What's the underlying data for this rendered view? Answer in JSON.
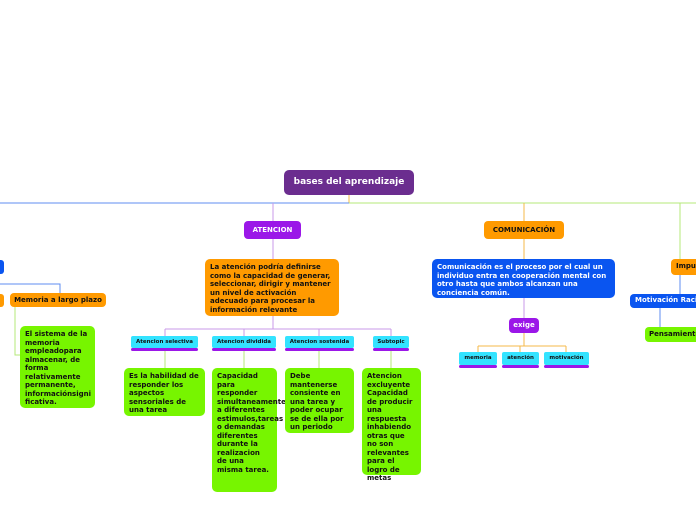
{
  "colors": {
    "root": "#6b2d8f",
    "purple": "#9b17e8",
    "orange": "#ff9a00",
    "blue": "#0a55f0",
    "cyan": "#33e3ff",
    "green": "#77f500",
    "line_blue": "#5f8ef0",
    "line_green": "#b6e87a",
    "line_orange": "#f4b84a",
    "line_purple": "#c89ae8"
  },
  "root": {
    "label": "bases del aprendizaje"
  },
  "atencion": {
    "label": "ATENCION",
    "definition": "La atención podría definirse como la capacidad de generar, seleccionar, dirigir y mantener un nivel de activación adecuado para procesar la información relevante",
    "types": [
      {
        "label": "Atencion selectiva",
        "desc": "Es la habilidad de responder los aspectos sensoriales de una tarea"
      },
      {
        "label": "Atencion dividida",
        "desc": "Capacidad para responder simultaneamente a diferentes estimulos,tareas o demandas diferentes durante la realizacion de una misma tarea."
      },
      {
        "label": "Atencion sostenida",
        "desc": "Debe mantenerse consiente en una tarea y poder ocupar se de ella por un periodo"
      },
      {
        "label": "Subtopic",
        "desc": "Atencion excluyente Capacidad de producir una respuesta inhabiendo otras que no son relevantes para el logro de metas"
      }
    ]
  },
  "comunicacion": {
    "label": "COMUNICACIÓN",
    "definition": "Comunicación es el proceso por el cual un individuo entra en cooperación mental con otro hasta que ambos alcanzan una conciencia común.",
    "link": "exige",
    "items": [
      "memoria",
      "atención",
      "motivación"
    ]
  },
  "left_branch": {
    "memoria_lp": "Memoria a largo plazo",
    "memoria_lp_desc": "El sistema de la memoria empleadopara almacenar, de forma relativamente permanente, informaciónsigni ficativa."
  },
  "right_branch": {
    "impulso": "Impu",
    "motivacion": "Motivación Raci",
    "pensamiento": "Pensamiento"
  }
}
